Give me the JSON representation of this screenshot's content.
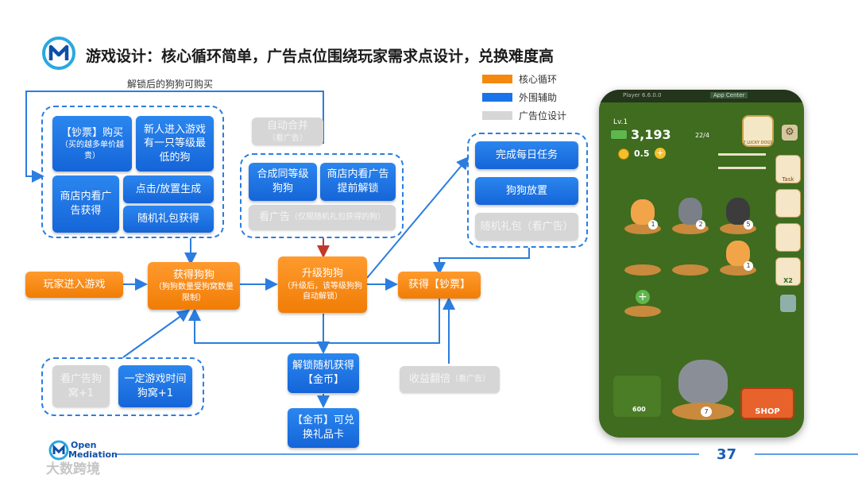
{
  "header": {
    "title": "游戏设计：核心循环简单，广告点位围绕玩家需求点设计，兑换难度高"
  },
  "legend": [
    {
      "label": "核心循环",
      "color": "#f5890f"
    },
    {
      "label": "外围辅助",
      "color": "#1a73e8"
    },
    {
      "label": "广告位设计",
      "color": "#d6d6d6"
    }
  ],
  "diagram": {
    "loop_label": "解锁后的狗狗可购买",
    "left_group": {
      "ticket_buy": "【钞票】购买",
      "ticket_buy_note": "（买的越多单价越贵）",
      "new_player": "新人进入游戏有一只等级最低的狗",
      "shop_ad": "商店内看广告获得",
      "click_place": "点击/放置生成",
      "random_gift": "随机礼包获得"
    },
    "merge_group": {
      "auto_merge": "自动合并",
      "auto_merge_note": "（看广告）",
      "merge_same": "合成同等级狗狗",
      "shop_unlock": "商店内看广告提前解锁",
      "watch_ad": "看广告",
      "watch_ad_note": "（仅限随机礼包获得的狗）"
    },
    "right_group": {
      "daily_task": "完成每日任务",
      "dog_place": "狗狗放置",
      "random_gift_ad": "随机礼包（看广告）"
    },
    "core": {
      "enter_game": "玩家进入游戏",
      "get_dog": "获得狗狗",
      "get_dog_note": "（狗狗数量受狗窝数量限制）",
      "upgrade_dog": "升级狗狗",
      "upgrade_dog_note": "（升级后，该等级狗狗自动解锁）",
      "get_ticket": "获得【钞票】"
    },
    "bottom_group": {
      "ad_kennel": "看广告狗窝+1",
      "time_kennel": "一定游戏时间狗窝+1"
    },
    "unlock_coin": "解锁随机获得【金币】",
    "coin_redeem": "【金币】可兑换礼品卡",
    "income_double": "收益翻倍",
    "income_double_note": "（看广告）"
  },
  "phone": {
    "status_left": "Player 6.6.0.0",
    "status_right": "App Center",
    "level": "Lv.1",
    "cash": "3,193",
    "progress": "22/4",
    "rate": "0.5",
    "avatar_label": "7 LUCKY DOGS",
    "side_task": "Task",
    "side_x2": "X2",
    "shop": "SHOP",
    "dog_cost": "600",
    "slot_levels": [
      "1",
      "2",
      "5",
      "1",
      "7"
    ]
  },
  "footer": {
    "brand_line1": "Open",
    "brand_line2": "Mediation",
    "page_number": "37",
    "watermark": "大数跨境"
  }
}
